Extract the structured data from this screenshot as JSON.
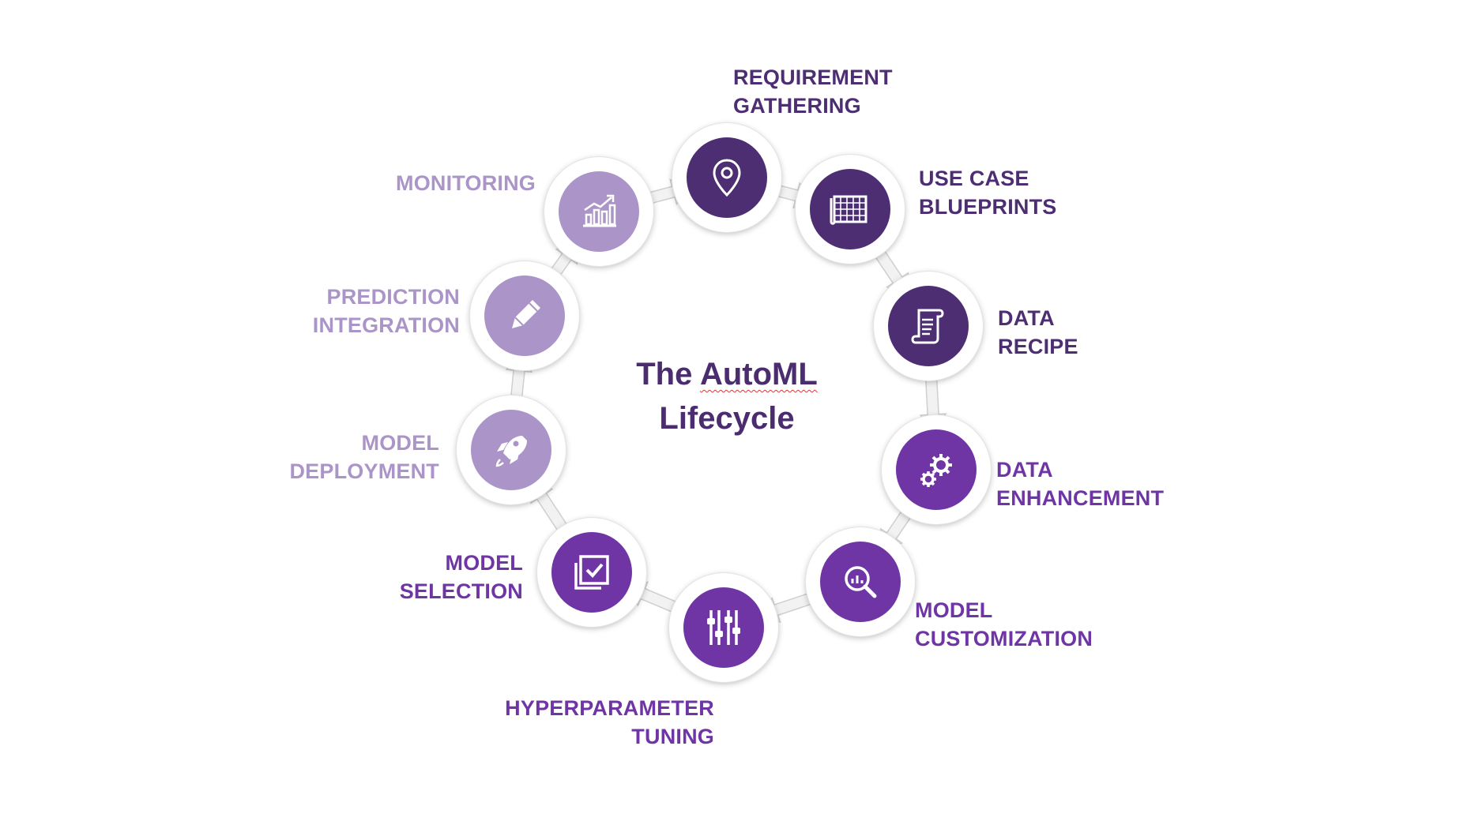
{
  "title": {
    "line1_prefix": "The ",
    "line1_word": "AutoML",
    "line2": "Lifecycle"
  },
  "colors": {
    "dark": "#4d2e73",
    "mid": "#6f35a5",
    "light": "#ab95c8",
    "arrow": "#f2f2f2",
    "arrow_stroke": "#cfcfcf"
  },
  "stages": [
    {
      "id": "requirement-gathering",
      "lines": [
        "REQUIREMENT",
        "GATHERING"
      ],
      "icon": "location-pin-icon",
      "tone": "dark"
    },
    {
      "id": "use-case-blueprints",
      "lines": [
        "USE CASE",
        "BLUEPRINTS"
      ],
      "icon": "blueprint-icon",
      "tone": "dark"
    },
    {
      "id": "data-recipe",
      "lines": [
        "DATA",
        "RECIPE"
      ],
      "icon": "scroll-icon",
      "tone": "dark"
    },
    {
      "id": "data-enhancement",
      "lines": [
        "DATA",
        "ENHANCEMENT"
      ],
      "icon": "gears-icon",
      "tone": "mid"
    },
    {
      "id": "model-customization",
      "lines": [
        "MODEL",
        "CUSTOMIZATION"
      ],
      "icon": "magnifier-chart-icon",
      "tone": "mid"
    },
    {
      "id": "hyperparameter-tuning",
      "lines": [
        "HYPERPARAMETER",
        "TUNING"
      ],
      "icon": "sliders-icon",
      "tone": "mid"
    },
    {
      "id": "model-selection",
      "lines": [
        "MODEL",
        "SELECTION"
      ],
      "icon": "checkbox-icon",
      "tone": "mid"
    },
    {
      "id": "model-deployment",
      "lines": [
        "MODEL",
        "DEPLOYMENT"
      ],
      "icon": "rocket-icon",
      "tone": "light"
    },
    {
      "id": "prediction-integration",
      "lines": [
        "PREDICTION",
        "INTEGRATION"
      ],
      "icon": "pencil-icon",
      "tone": "light"
    },
    {
      "id": "monitoring",
      "lines": [
        "MONITORING"
      ],
      "icon": "growth-chart-icon",
      "tone": "light"
    }
  ]
}
